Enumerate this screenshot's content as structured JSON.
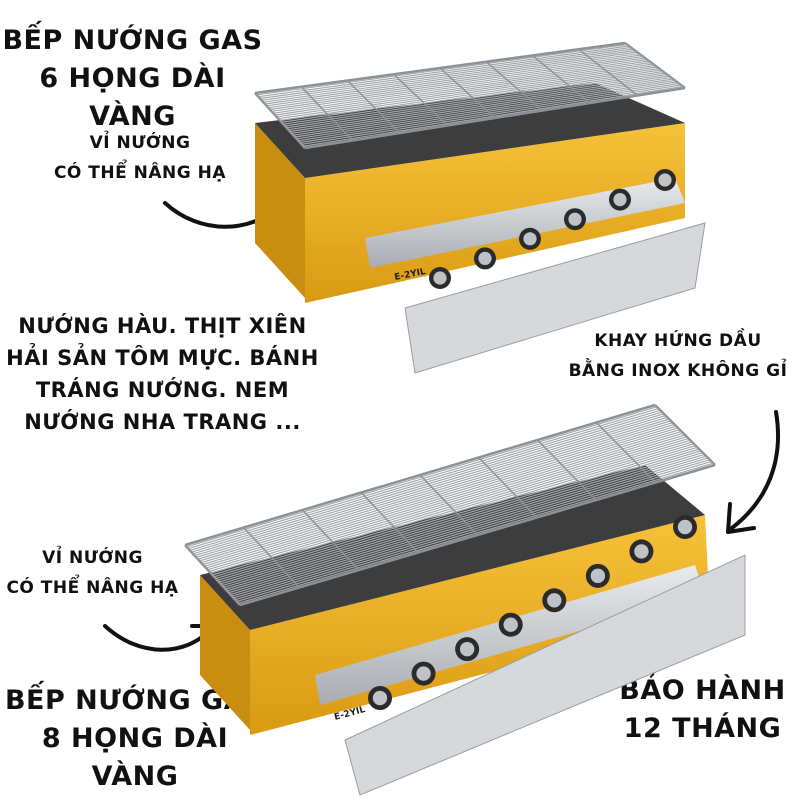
{
  "top_title": [
    "BẾP NƯỚNG GAS",
    "6 HỌNG DÀI VÀNG"
  ],
  "top_note": [
    "VỈ NƯỚNG",
    "CÓ THỂ NÂNG HẠ"
  ],
  "middle_text": [
    "NƯỚNG HÀU. THỊT XIÊN",
    "HẢI SẢN TÔM MỰC. BÁNH",
    "TRÁNG NƯỚNG. NEM",
    "NƯỚNG NHA TRANG ..."
  ],
  "tray_note": [
    "KHAY HỨNG DẦU",
    "BẰNG INOX KHÔNG GỈ"
  ],
  "bottom_note": [
    "VỈ NƯỚNG",
    "CÓ THỂ NÂNG HẠ"
  ],
  "bottom_title": [
    "BẾP NƯỚNG GAS",
    "8 HỌNG DÀI VÀNG"
  ],
  "warranty": [
    "BẢO HÀNH",
    "12 THÁNG"
  ],
  "brand_label": "E-2YIL",
  "colors": {
    "body_yellow": "#f2b320",
    "steel": "#c9ccd0",
    "text": "#111111"
  }
}
